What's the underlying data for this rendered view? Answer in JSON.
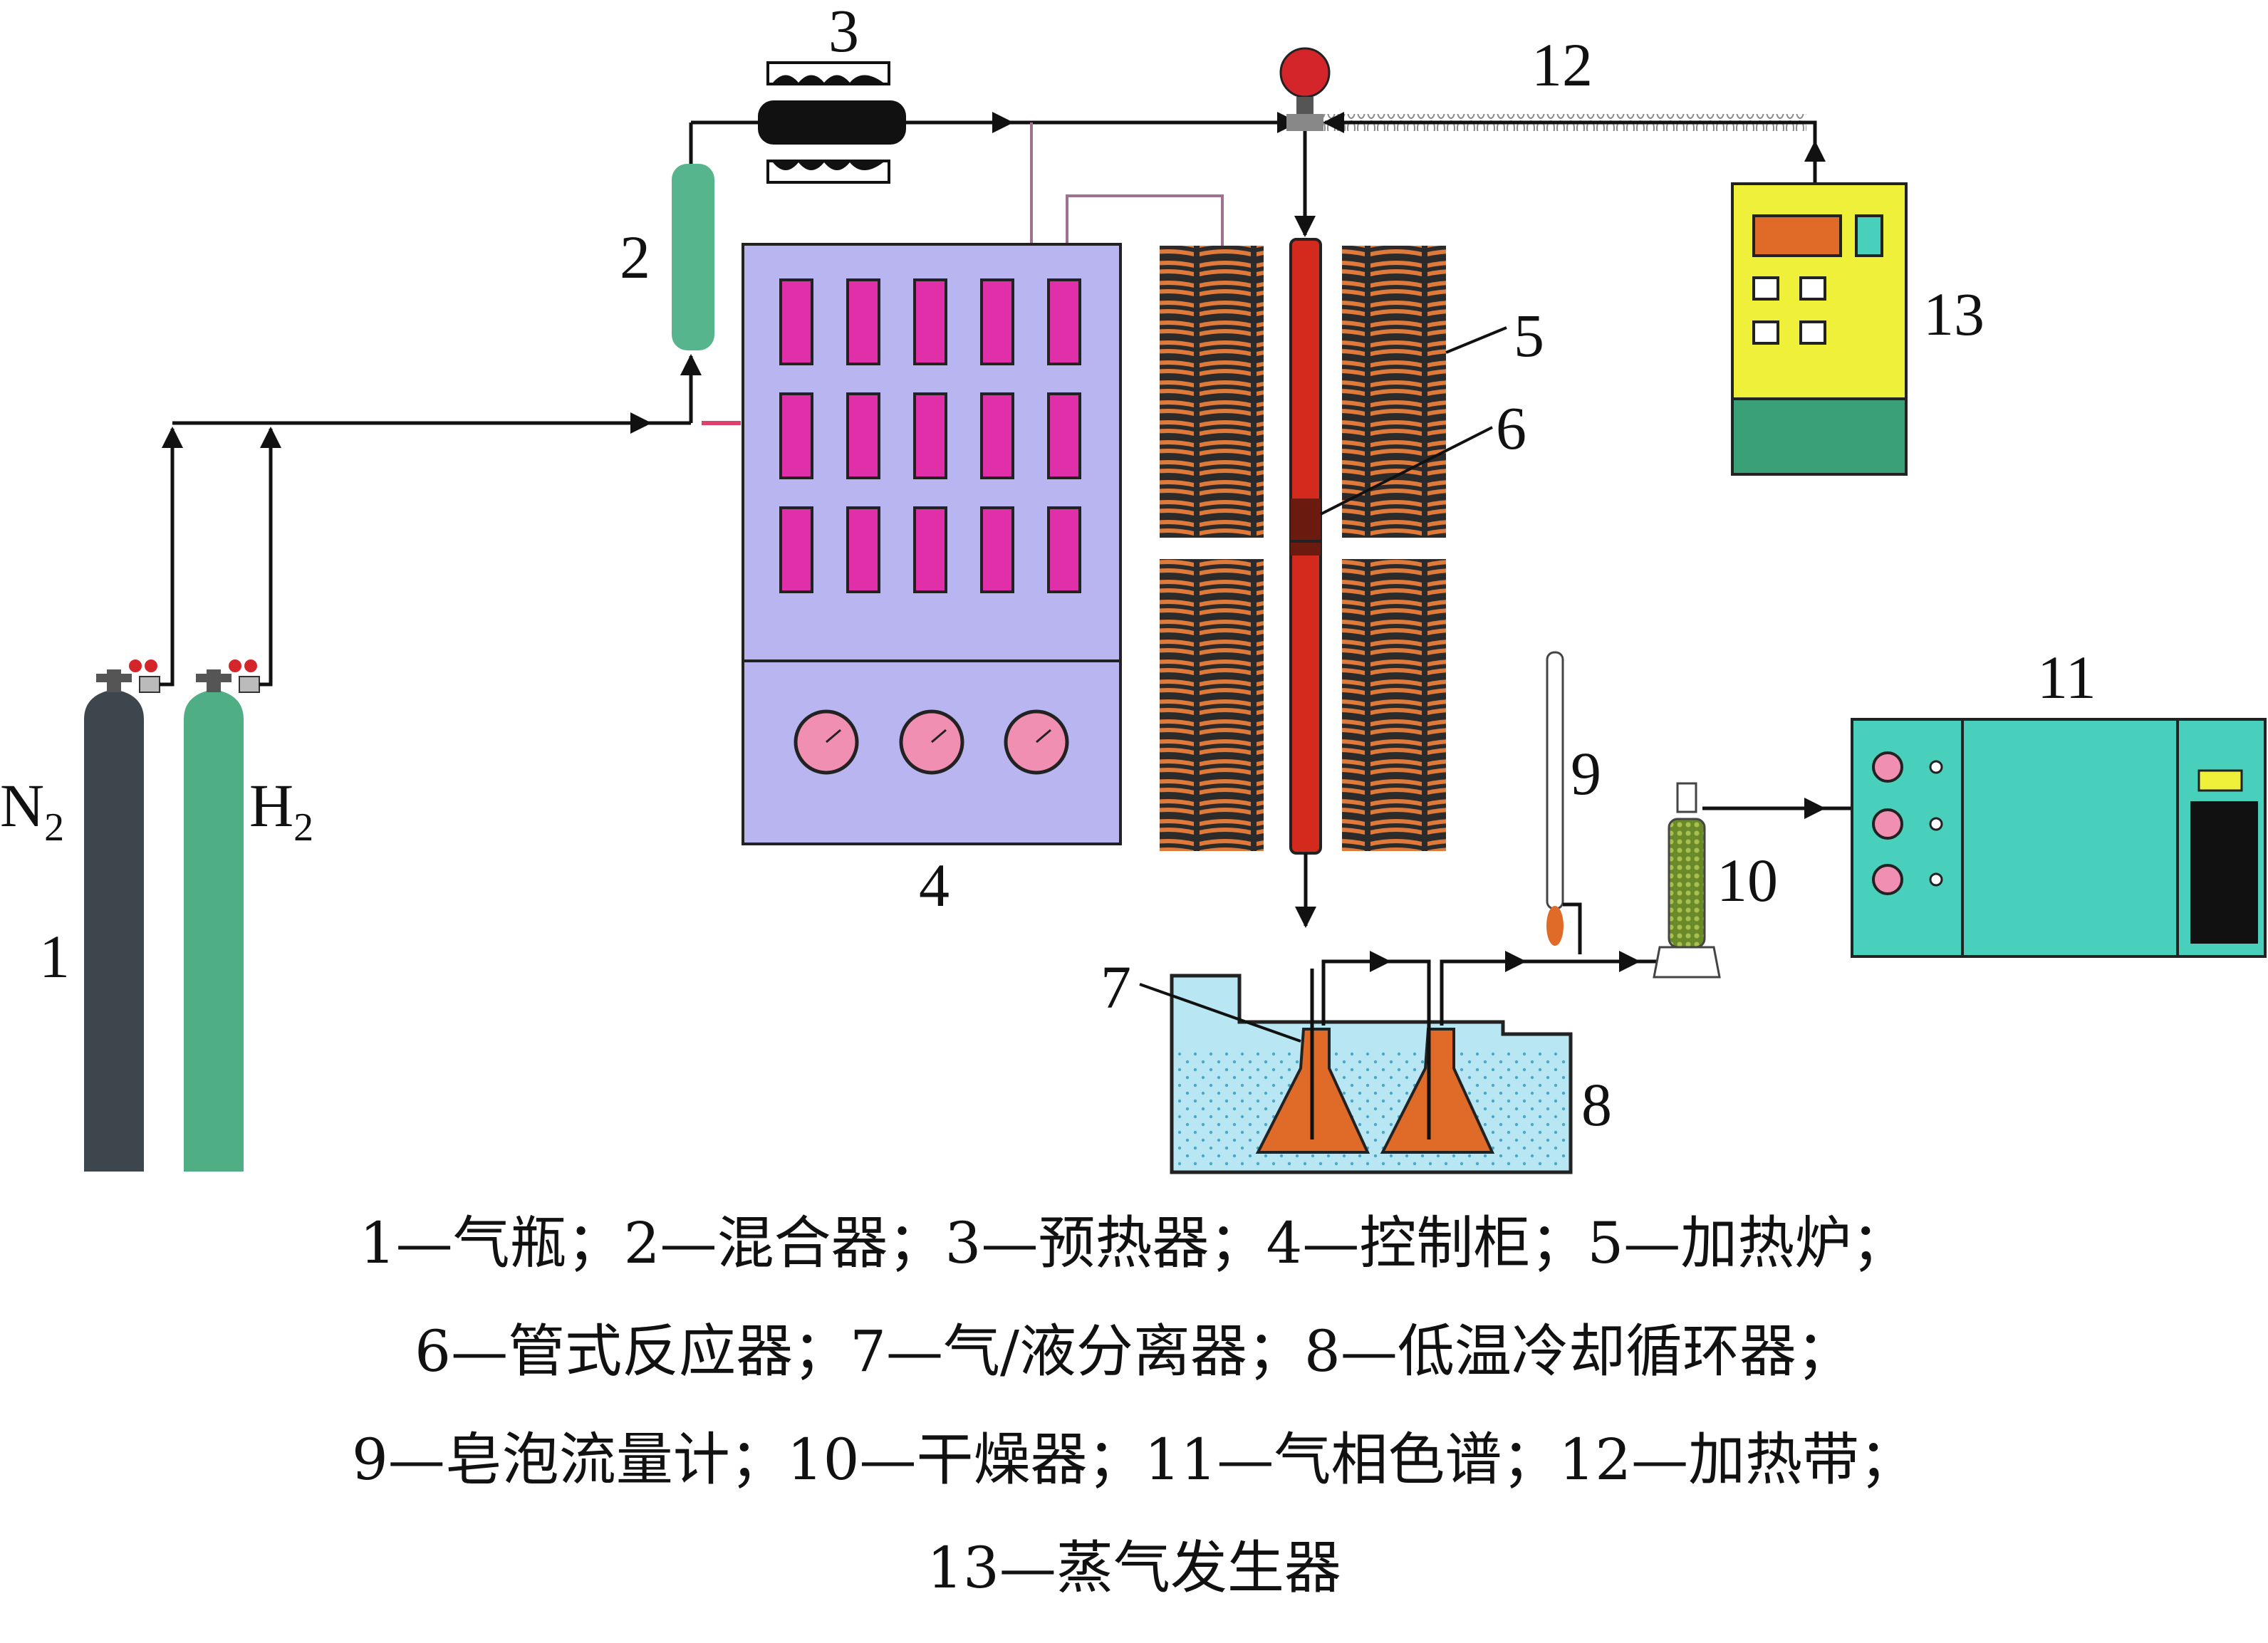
{
  "labels": {
    "n1": "1",
    "n2": "2",
    "n3": "3",
    "n4": "4",
    "n5": "5",
    "n6": "6",
    "n7": "7",
    "n8": "8",
    "n9": "9",
    "n10": "10",
    "n11": "11",
    "n12": "12",
    "n13": "13",
    "n2_gas_main": "N",
    "n2_gas_sub": "2",
    "h2_gas_main": "H",
    "h2_gas_sub": "2"
  },
  "caption": {
    "line1": "1—气瓶；2—混合器；3—预热器；4—控制柜；5—加热炉；",
    "line2": "6—管式反应器；7—气/液分离器；8—低温冷却循环器；",
    "line3": "9—皂泡流量计；10—干燥器；11—气相色谱；12—加热带；",
    "line4": "13—蒸气发生器"
  },
  "colors": {
    "line": "#111111",
    "cylinder_n2": "#3d464c",
    "cylinder_h2": "#4fae84",
    "mixer": "#57b58e",
    "cabinet": "#b8b5f0",
    "cabinet_window": "#e02fa8",
    "dial": "#f08fb2",
    "furnace": "#2b2b2b",
    "coil": "#e07a3a",
    "reactor": "#d42a1e",
    "bath_water": "#b8e6f2",
    "flask": "#e06a28",
    "steam_gen": "#eef03a",
    "steam_gen_base": "#3aa078",
    "gc": "#48d0bc",
    "valve": "#d4262a"
  }
}
